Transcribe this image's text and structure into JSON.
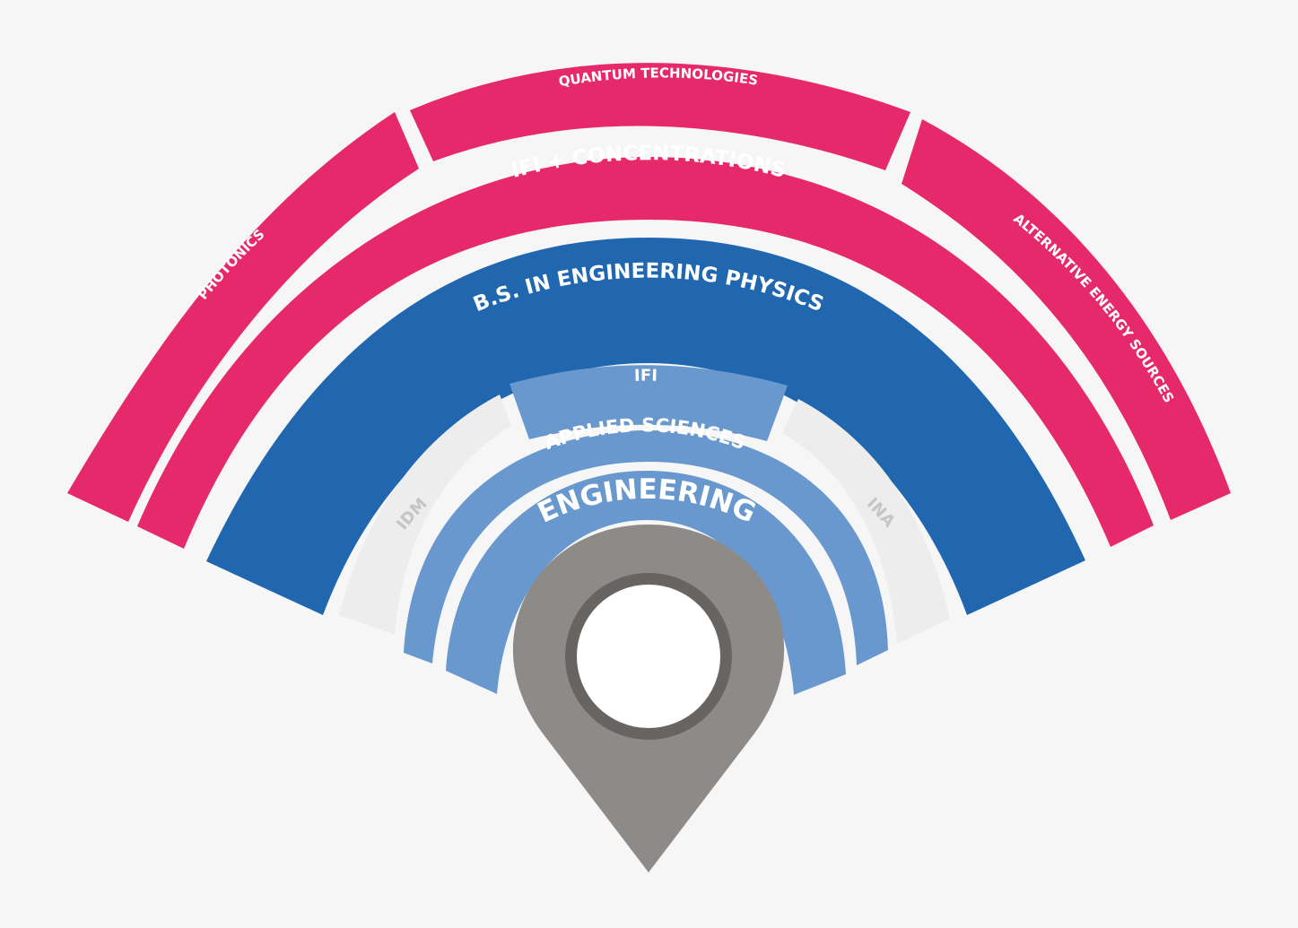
{
  "colors": {
    "background": "#f6f6f7",
    "pink": "#e6296a",
    "dark_blue": "#2067b0",
    "light_blue": "#6898cd",
    "pale_gray": "#ededee",
    "pale_gray_text": "#c5c5c7",
    "white": "#ffffff",
    "pin_gray": "#8e8a88",
    "pin_ring": "#676462"
  },
  "rings": {
    "outer_segments": [
      {
        "id": "photonics",
        "label": "PHOTONICS"
      },
      {
        "id": "quantum",
        "label": "QUANTUM TECHNOLOGIES"
      },
      {
        "id": "alternative-energy",
        "label": "ALTERNATIVE ENERGY SOURCES"
      }
    ],
    "concentrations": {
      "label": "IFI + CONCENTRATIONS"
    },
    "bs_degree": {
      "label": "B.S. IN ENGINEERING PHYSICS"
    },
    "institutes": [
      {
        "id": "idm",
        "label": "IDM"
      },
      {
        "id": "ifi",
        "label": "IFI"
      },
      {
        "id": "ina",
        "label": "INA"
      }
    ],
    "applied_sciences": {
      "label": "APPLIED SCIENCES"
    },
    "engineering": {
      "label": "ENGINEERING"
    }
  },
  "pin": {
    "icon": "location-pin-icon"
  }
}
